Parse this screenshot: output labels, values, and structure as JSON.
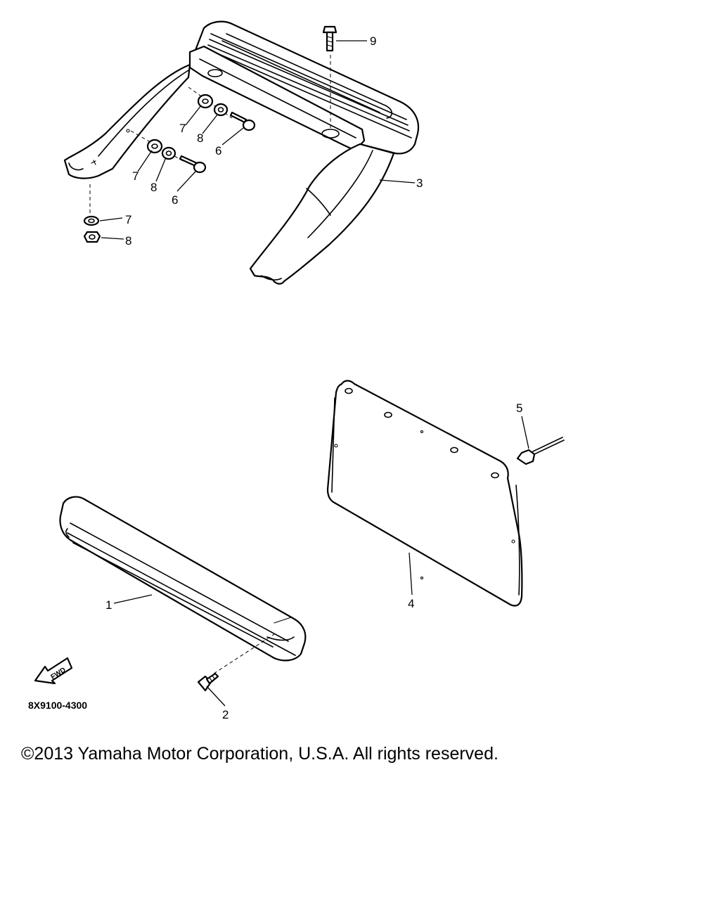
{
  "callouts": {
    "p1": "1",
    "p2": "2",
    "p3": "3",
    "p4": "4",
    "p5": "5",
    "p6a": "6",
    "p6b": "6",
    "p7a": "7",
    "p7b": "7",
    "p7c": "7",
    "p8a": "8",
    "p8b": "8",
    "p8c": "8",
    "p9": "9"
  },
  "fwd_label": "FWD",
  "diagram_code": "8X9100-4300",
  "copyright": "©2013 Yamaha Motor Corporation, U.S.A. All rights reserved."
}
